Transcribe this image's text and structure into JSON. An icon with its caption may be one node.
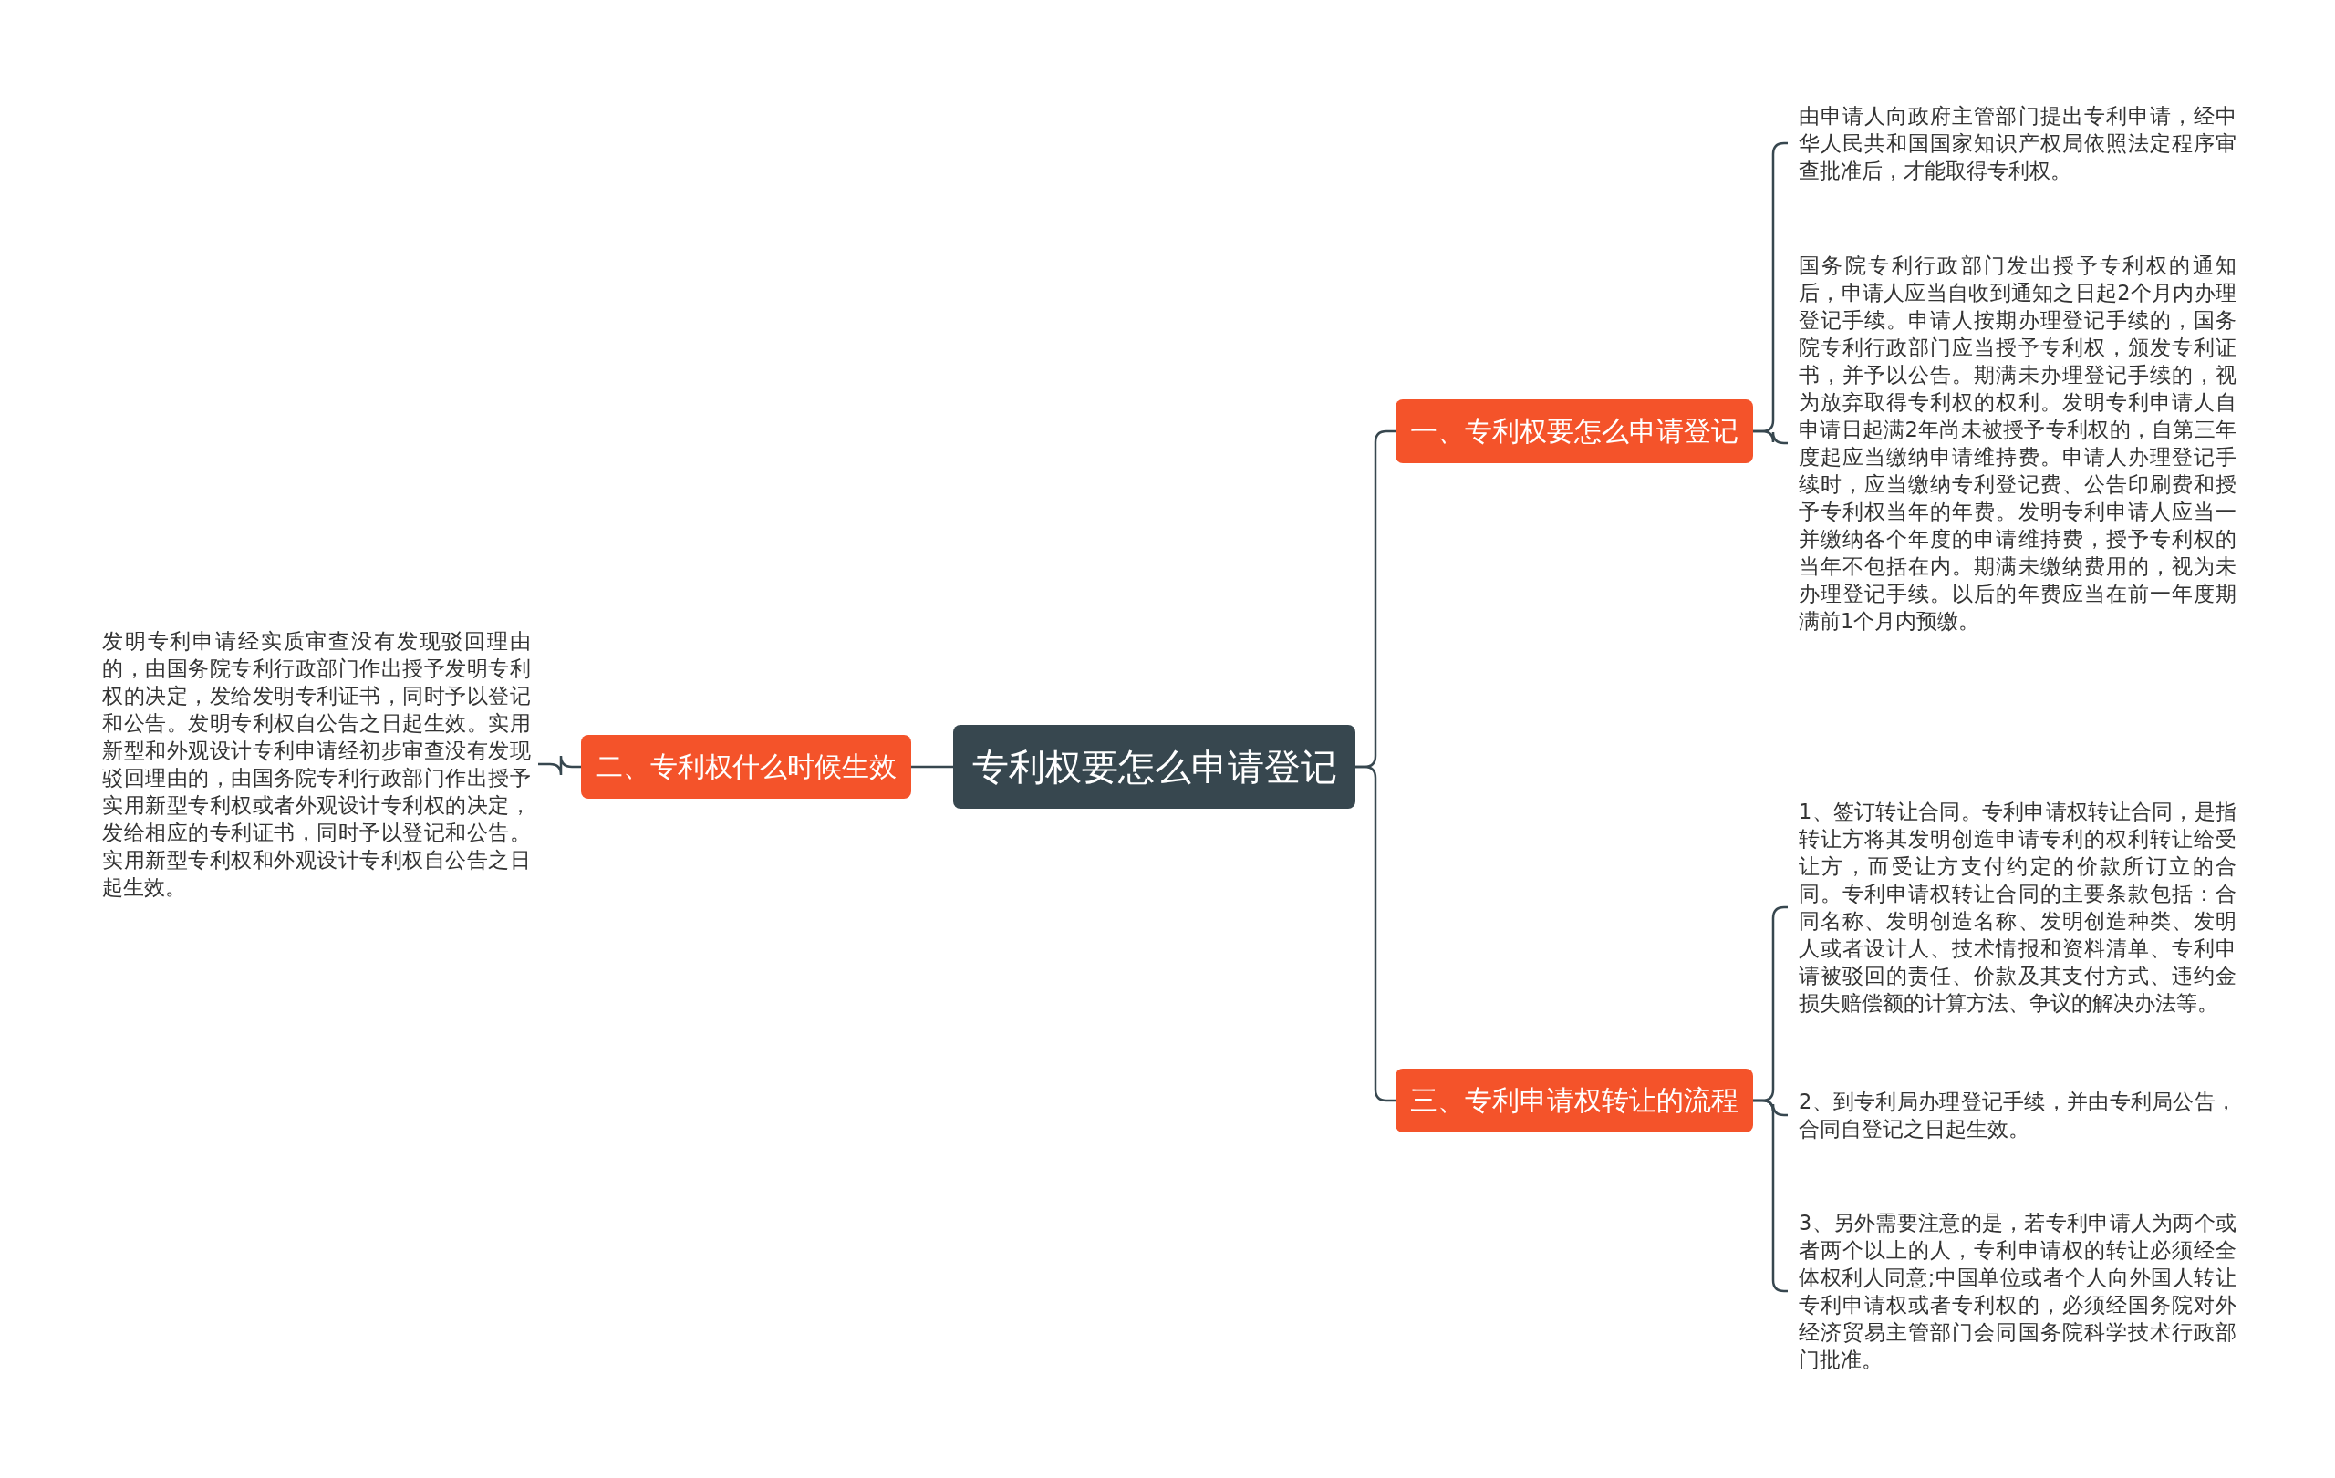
{
  "diagram": {
    "nodes": [
      {
        "text": [
          "专利权要怎么申请登记"
        ]
      },
      {
        "text": [
          "一、专利权要怎么申请登记"
        ]
      },
      {
        "text": [
          "由申请人向政府主管部门提出专利申请，经中华人民共和国国家知识产权局依照法定程序审查批准后，才能取得专利权。"
        ]
      },
      {
        "text": [
          "国务院专利行政部门发出授予专利权的通知后，申请人应当自收到通知之日起2个月内办理登记手续。申请人按期办理登记手续的，国务院专利行政部门应当授予专利权，颁发专利证书，并予以公告。期满未办理登记手续的，视为放弃取得专利权的权利。发明专利申请人自申请日起满2年尚未被授予专利权的，自第三年度起应当缴纳申请维持费。申请人办理登记手续时，应当缴纳专利登记费、公告印刷费和授予专利权当年的年费。发明专利申请人应当一并缴纳各个年度的申请维持费，授予专利权的当年不包括在内。期满未缴纳费用的，视为未办理登记手续。以后的年费应当在前一年度期满前1个月内预缴。"
        ]
      },
      {
        "text": [
          "二、专利权什么时候生效"
        ]
      },
      {
        "text": [
          "发明专利申请经实质审查没有发现驳回理由的，由国务院专利行政部门作出授予发明专利权的决定，发给发明专利证书，同时予以登记和公告。发明专利权自公告之日起生效。实用新型和外观设计专利申请经初步审查没有发现驳回理由的，由国务院专利行政部门作出授予实用新型专利权或者外观设计专利权的决定，发给相应的专利证书，同时予以登记和公告。实用新型专利权和外观设计专利权自公告之日起生效。"
        ]
      },
      {
        "text": [
          "三、专利申请权转让的流程"
        ]
      },
      {
        "text": [
          "1、签订转让合同。专利申请权转让合同，是指转让方将其发明创造申请专利的权利转让给受让方，而受让方支付约定的价款所订立的合同。专利申请权转让合同的主要条款包括：合同名称、发明创造名称、发明创造种类、发明人或者设计人、技术情报和资料清单、专利申请被驳回的责任、价款及其支付方式、违约金损失赔偿额的计算方法、争议的解决办法等。"
        ]
      },
      {
        "text": [
          "2、到专利局办理登记手续，并由专利局公告，合同自登记之日起生效。"
        ]
      },
      {
        "text": [
          "3、另外需要注意的是，若专利申请人为两个或者两个以上的人，专利申请权的转让必须经全体权利人同意;中国单位或者个人向外国人转让专利申请权或者专利权的，必须经国务院对外经济贸易主管部门会同国务院科学技术行政部门批准。"
        ]
      }
    ],
    "edges": [
      {
        "from": 0,
        "to": 1,
        "arrow": "none"
      },
      {
        "from": 1,
        "to": 2,
        "arrow": "none"
      },
      {
        "from": 1,
        "to": 3,
        "arrow": "none"
      },
      {
        "from": 0,
        "to": 4,
        "arrow": "none"
      },
      {
        "from": 4,
        "to": 5,
        "arrow": "none"
      },
      {
        "from": 0,
        "to": 6,
        "arrow": "none"
      },
      {
        "from": 6,
        "to": 7,
        "arrow": "none"
      },
      {
        "from": 6,
        "to": 8,
        "arrow": "none"
      },
      {
        "from": 6,
        "to": 9,
        "arrow": "none"
      }
    ]
  }
}
